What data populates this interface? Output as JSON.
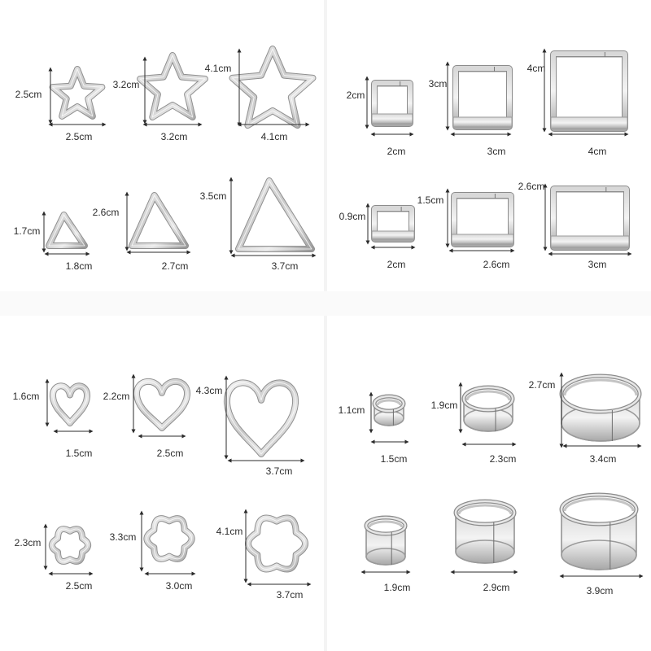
{
  "title": "",
  "colors": {
    "background": "#ffffff",
    "panel_separator": "#f2f2f2",
    "metal_light": "#e9e9e9",
    "metal_mid": "#b8b8b8",
    "metal_dark": "#8a8a8a",
    "dimension_line": "#2b2b2b"
  },
  "panels": {
    "stars": {
      "items": [
        {
          "shape": "star-cutter",
          "height": "2.5cm",
          "width": "2.5cm"
        },
        {
          "shape": "star-cutter",
          "height": "3.2cm",
          "width": "3.2cm"
        },
        {
          "shape": "star-cutter",
          "height": "4.1cm",
          "width": "4.1cm"
        }
      ]
    },
    "triangles": {
      "items": [
        {
          "shape": "triangle-cutter",
          "height": "1.7cm",
          "width": "1.8cm"
        },
        {
          "shape": "triangle-cutter",
          "height": "2.6cm",
          "width": "2.7cm"
        },
        {
          "shape": "triangle-cutter",
          "height": "3.5cm",
          "width": "3.7cm"
        }
      ]
    },
    "squares": {
      "items": [
        {
          "shape": "square-cutter",
          "height": "2cm",
          "width": "2cm"
        },
        {
          "shape": "square-cutter",
          "height": "3cm",
          "width": "3cm"
        },
        {
          "shape": "square-cutter",
          "height": "4cm",
          "width": "4cm"
        }
      ]
    },
    "rectangles": {
      "items": [
        {
          "shape": "rectangle-cutter",
          "height": "0.9cm",
          "width": "2cm"
        },
        {
          "shape": "rectangle-cutter",
          "height": "1.5cm",
          "width": "2.6cm"
        },
        {
          "shape": "rectangle-cutter",
          "height": "2.6cm",
          "width": "3cm"
        }
      ]
    },
    "hearts": {
      "items": [
        {
          "shape": "heart-cutter",
          "height": "1.6cm",
          "width": "1.5cm"
        },
        {
          "shape": "heart-cutter",
          "height": "2.2cm",
          "width": "2.5cm"
        },
        {
          "shape": "heart-cutter",
          "height": "4.3cm",
          "width": "3.7cm"
        }
      ]
    },
    "flowers": {
      "items": [
        {
          "shape": "flower-cutter",
          "height": "2.3cm",
          "width": "2.5cm"
        },
        {
          "shape": "flower-cutter",
          "height": "3.3cm",
          "width": "3.0cm"
        },
        {
          "shape": "flower-cutter",
          "height": "4.1cm",
          "width": "3.7cm"
        }
      ]
    },
    "ovals": {
      "items": [
        {
          "shape": "oval-cutter",
          "height": "1.1cm",
          "width": "1.5cm"
        },
        {
          "shape": "oval-cutter",
          "height": "1.9cm",
          "width": "2.3cm"
        },
        {
          "shape": "oval-cutter",
          "height": "2.7cm",
          "width": "3.4cm"
        }
      ]
    },
    "circles": {
      "items": [
        {
          "shape": "circle-cutter",
          "width": "1.9cm"
        },
        {
          "shape": "circle-cutter",
          "width": "2.9cm"
        },
        {
          "shape": "circle-cutter",
          "width": "3.9cm"
        }
      ]
    }
  }
}
